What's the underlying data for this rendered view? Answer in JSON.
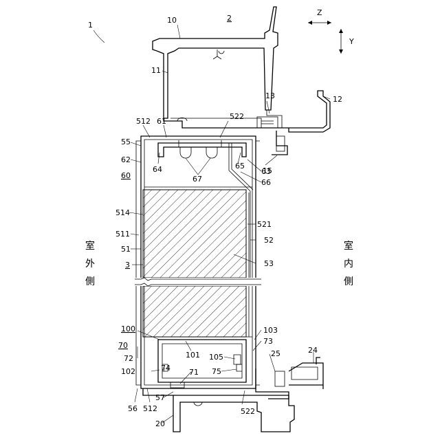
{
  "labels": {
    "l1": "1",
    "l2": "2",
    "l10": "10",
    "l11": "11",
    "l12": "12",
    "l13": "13",
    "l15": "15",
    "l20": "20",
    "l24": "24",
    "l25": "25",
    "l512a": "512",
    "l61": "61",
    "l522a": "522",
    "l55": "55",
    "l62": "62",
    "l60": "60",
    "l64": "64",
    "l67": "67",
    "l65": "65",
    "l63": "63",
    "l66": "66",
    "l514": "514",
    "l511": "511",
    "l51": "51",
    "l3": "3",
    "l521": "521",
    "l52": "52",
    "l53": "53",
    "l100": "100",
    "l70": "70",
    "l72": "72",
    "l101": "101",
    "l102": "102",
    "l74": "74",
    "l71": "71",
    "l103": "103",
    "l73": "73",
    "l105": "105",
    "l75": "75",
    "l57": "57",
    "l56": "56",
    "l512b": "512",
    "l522b": "522"
  },
  "axes": {
    "z": "Z",
    "y": "Y"
  },
  "side_labels": {
    "outdoor": [
      "室",
      "外",
      "側"
    ],
    "indoor": [
      "室",
      "内",
      "側"
    ]
  }
}
